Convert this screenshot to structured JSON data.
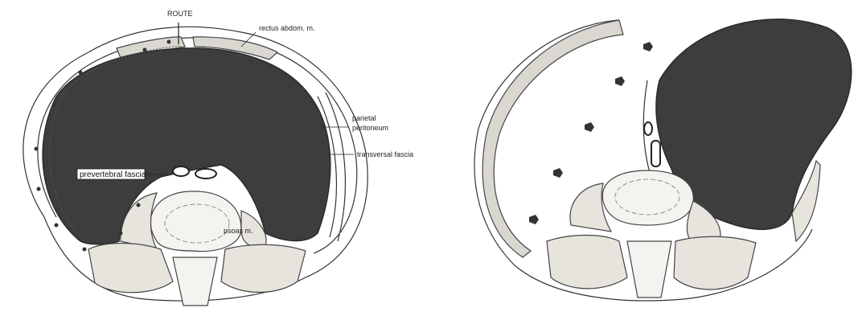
{
  "labels": {
    "route": "ROUTE",
    "rectus": "rectus abdom. m.",
    "parietal_1": "parietal",
    "parietal_2": "peritoneum",
    "transversal": "transversal fascia",
    "prevertebral": "prevertebral fascia",
    "psoas": "psoas m."
  },
  "colors": {
    "mass": "#3d3d3d",
    "muscle": "#e6e4dd",
    "ink": "#333333"
  }
}
